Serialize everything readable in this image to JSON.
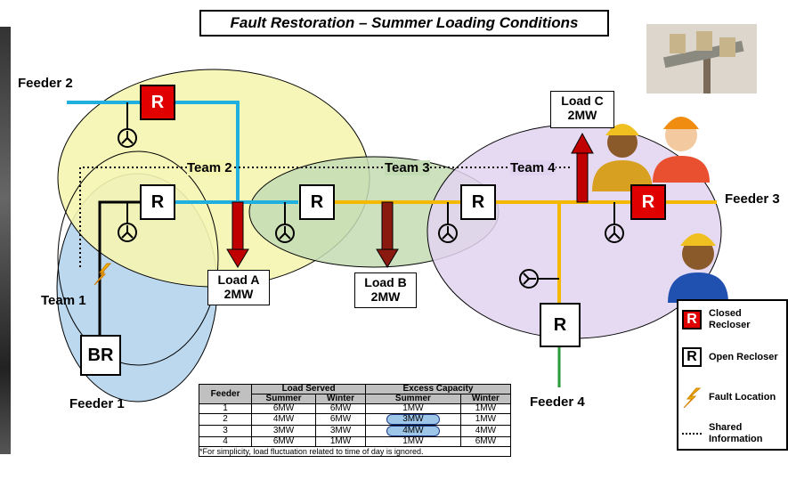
{
  "title": "Fault Restoration – Summer Loading Conditions",
  "feeders": [
    "Feeder 1",
    "Feeder 2",
    "Feeder 3",
    "Feeder 4"
  ],
  "teams": [
    "Team 1",
    "Team 2",
    "Team 3",
    "Team 4"
  ],
  "recloser_label": "R",
  "breaker_label": "BR",
  "loads": [
    {
      "name": "Load A",
      "value": "2MW"
    },
    {
      "name": "Load B",
      "value": "2MW"
    },
    {
      "name": "Load C",
      "value": "2MW"
    }
  ],
  "legend": {
    "closed": "Closed Recloser",
    "open": "Open Recloser",
    "fault": "Fault Location",
    "shared": "Shared Information",
    "symbol": "R"
  },
  "table": {
    "group_headers": [
      "Load Served",
      "Excess Capacity"
    ],
    "columns": [
      "Feeder",
      "Summer",
      "Winter",
      "Summer",
      "Winter"
    ],
    "rows": [
      [
        "1",
        "6MW",
        "6MW",
        "1MW",
        "1MW"
      ],
      [
        "2",
        "4MW",
        "6MW",
        "3MW",
        "1MW"
      ],
      [
        "3",
        "3MW",
        "3MW",
        "4MW",
        "4MW"
      ],
      [
        "4",
        "6MW",
        "1MW",
        "1MW",
        "6MW"
      ]
    ],
    "note": "*For simplicity, load fluctuation related to time of day is ignored."
  },
  "colors": {
    "feeder2_line": "#1fb0e0",
    "feeder3_line": "#f5b800",
    "feeder4_line": "#2a9a3a",
    "zone_yellow": "#f5f5b0",
    "zone_blue": "#bcd8ee",
    "zone_green": "#c4dcb4",
    "zone_purple": "#e2d4f0",
    "recloser_closed": "#e00000",
    "load_arrow": "#c00000"
  },
  "icons": [
    "pole-mounted-recloser-photo",
    "worker-icon",
    "fault-lightning-icon",
    "switch-symbol-icon"
  ]
}
